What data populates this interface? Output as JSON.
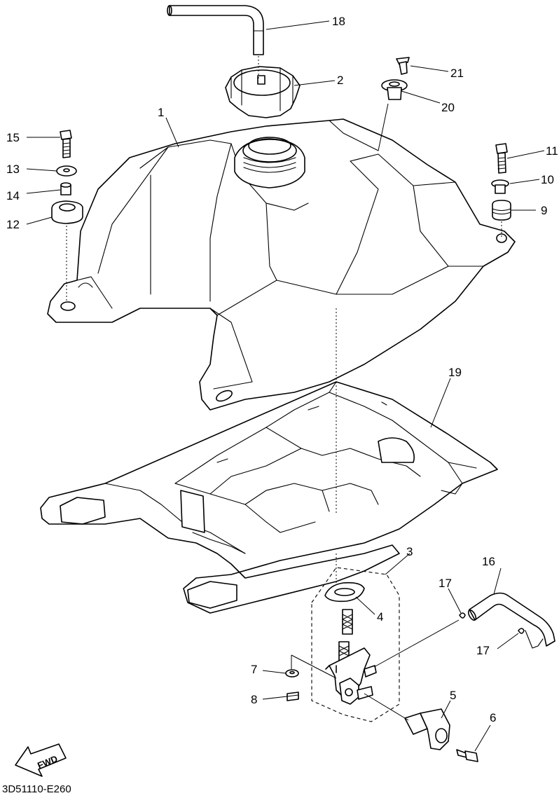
{
  "callouts": {
    "p1": "1",
    "p2": "2",
    "p3": "3",
    "p4": "4",
    "p5": "5",
    "p6": "6",
    "p7": "7",
    "p8": "8",
    "p9": "9",
    "p10": "10",
    "p11": "11",
    "p12": "12",
    "p13": "13",
    "p14": "14",
    "p15": "15",
    "p16": "16",
    "p17a": "17",
    "p17b": "17",
    "p18": "18",
    "p19": "19",
    "p20": "20",
    "p21": "21"
  },
  "fwd_label": "FWD",
  "diagram_code": "3D51110-E260"
}
